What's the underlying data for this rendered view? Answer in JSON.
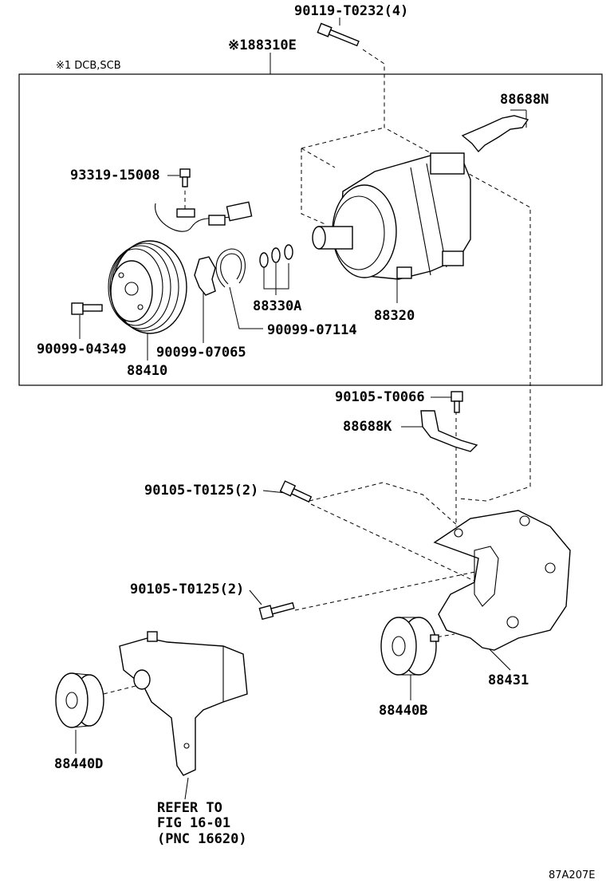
{
  "labels": {
    "bolt_top": "90119-T0232(4)",
    "assembly": "※188310E",
    "note": "※1 DCB,SCB",
    "bracket_top": "88688N",
    "screw_top": "93319-15008",
    "washers": "88330A",
    "compressor": "88320",
    "snap_ring": "90099-07114",
    "bolt_clutch": "90099-04349",
    "shim": "90099-07065",
    "clutch": "88410",
    "bolt_small": "90105-T0066",
    "bracket_small": "88688K",
    "bolt_mid1": "90105-T0125(2)",
    "bolt_mid2": "90105-T0125(2)",
    "bracket_main": "88431",
    "idler_b": "88440B",
    "idler_d": "88440D",
    "refer_line1": "REFER TO",
    "refer_line2": "FIG 16-01",
    "refer_line3": "(PNC 16620)",
    "drawing_code": "87A207E"
  }
}
